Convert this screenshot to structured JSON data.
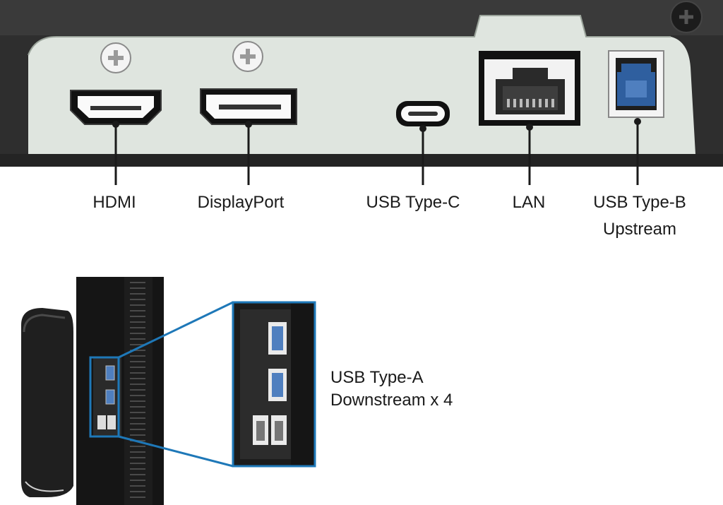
{
  "diagram": {
    "rear_ports": [
      {
        "name": "hdmi",
        "label": "HDMI",
        "line2": ""
      },
      {
        "name": "displayport",
        "label": "DisplayPort",
        "line2": ""
      },
      {
        "name": "usb-type-c",
        "label": "USB Type-C",
        "line2": ""
      },
      {
        "name": "lan",
        "label": "LAN",
        "line2": ""
      },
      {
        "name": "usb-type-b",
        "label": "USB Type-B",
        "line2": "Upstream"
      }
    ],
    "side_ports": {
      "label_line1": "USB Type-A",
      "label_line2": "Downstream x 4"
    },
    "colors": {
      "panel": "#dfe5df",
      "housing": "#2b2b2b",
      "usb3_blue": "#4f7fbf",
      "usb_b_blue": "#2f5f9f",
      "callout": "#1e78b8"
    }
  }
}
